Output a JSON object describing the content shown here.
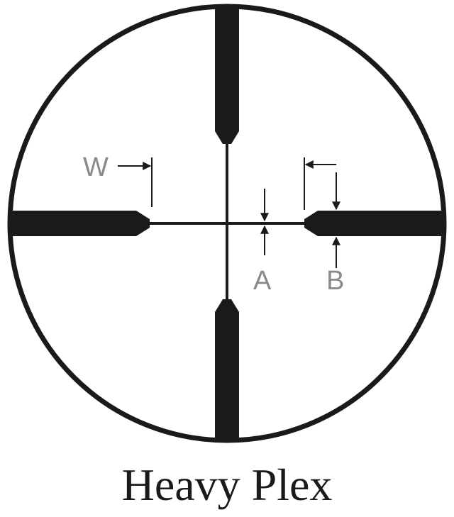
{
  "diagram": {
    "title": "Heavy Plex",
    "labels": {
      "w": "W",
      "a": "A",
      "b": "B"
    },
    "colors": {
      "reticle": "#1a1a1a",
      "dimension": "#8a8a8a",
      "background": "#ffffff"
    }
  }
}
